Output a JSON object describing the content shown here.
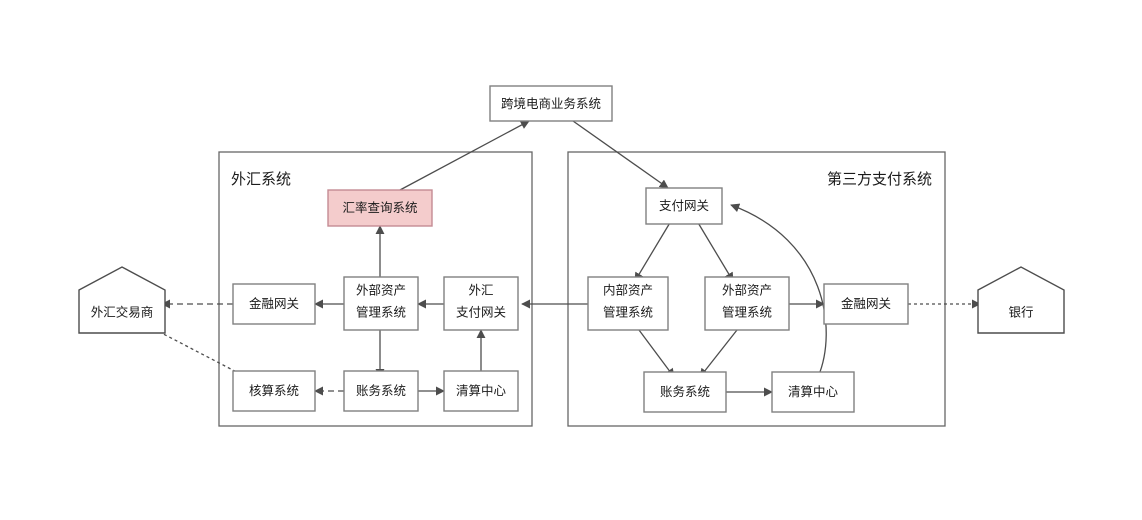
{
  "diagram": {
    "title_top": "跨境电商业务系统",
    "groups": [
      {
        "id": "fx-system",
        "title": "外汇系统"
      },
      {
        "id": "third-party-payment-system",
        "title": "第三方支付系统"
      }
    ],
    "actors": [
      {
        "id": "fx-dealer",
        "label": "外汇交易商"
      },
      {
        "id": "bank",
        "label": "银行"
      }
    ],
    "nodes": {
      "top_business": "跨境电商业务系统",
      "fx_rate_query": "汇率查询系统",
      "fx_financial_gateway": "金融网关",
      "fx_external_asset_line1": "外部资产",
      "fx_external_asset_line2": "管理系统",
      "fx_payment_gateway_line1": "外汇",
      "fx_payment_gateway_line2": "支付网关",
      "fx_accounting_check": "核算系统",
      "fx_bookkeeping": "账务系统",
      "fx_clearing_center": "清算中心",
      "tp_payment_gateway": "支付网关",
      "tp_internal_asset_line1": "内部资产",
      "tp_internal_asset_line2": "管理系统",
      "tp_external_asset_line1": "外部资产",
      "tp_external_asset_line2": "管理系统",
      "tp_financial_gateway": "金融网关",
      "tp_bookkeeping": "账务系统",
      "tp_clearing_center": "清算中心"
    },
    "colors": {
      "highlight_fill": "#f4cccc",
      "highlight_stroke": "#c48b94",
      "node_stroke": "#808080",
      "group_stroke": "#666666",
      "edge_stroke": "#4d4d4d",
      "background": "#ffffff",
      "text": "#1a1a1a"
    },
    "edges": [
      {
        "from": "汇率查询系统",
        "to": "跨境电商业务系统",
        "style": "solid"
      },
      {
        "from": "跨境电商业务系统",
        "to": "支付网关",
        "style": "solid"
      },
      {
        "from": "外部资产管理系统",
        "to": "汇率查询系统",
        "style": "solid"
      },
      {
        "from": "外部资产管理系统",
        "to": "金融网关",
        "style": "solid"
      },
      {
        "from": "外汇支付网关",
        "to": "外部资产管理系统",
        "style": "solid"
      },
      {
        "from": "外部资产管理系统",
        "to": "账务系统",
        "style": "solid"
      },
      {
        "from": "账务系统",
        "to": "核算系统",
        "style": "dashed"
      },
      {
        "from": "账务系统",
        "to": "清算中心",
        "style": "solid"
      },
      {
        "from": "清算中心",
        "to": "外汇支付网关",
        "style": "solid"
      },
      {
        "from": "金融网关",
        "to": "外汇交易商",
        "style": "dashed"
      },
      {
        "from": "外汇交易商",
        "to": "核算系统",
        "style": "dotted"
      },
      {
        "from": "内部资产管理系统",
        "to": "外汇支付网关",
        "style": "solid"
      },
      {
        "from": "支付网关",
        "to": "内部资产管理系统",
        "style": "solid"
      },
      {
        "from": "支付网关",
        "to": "外部资产管理系统",
        "style": "solid"
      },
      {
        "from": "内部资产管理系统",
        "to": "账务系统",
        "style": "solid"
      },
      {
        "from": "外部资产管理系统",
        "to": "账务系统",
        "style": "solid"
      },
      {
        "from": "外部资产管理系统",
        "to": "金融网关",
        "style": "solid"
      },
      {
        "from": "账务系统",
        "to": "清算中心",
        "style": "solid"
      },
      {
        "from": "清算中心",
        "to": "支付网关",
        "style": "solid"
      },
      {
        "from": "金融网关",
        "to": "银行",
        "style": "dotted"
      }
    ]
  }
}
